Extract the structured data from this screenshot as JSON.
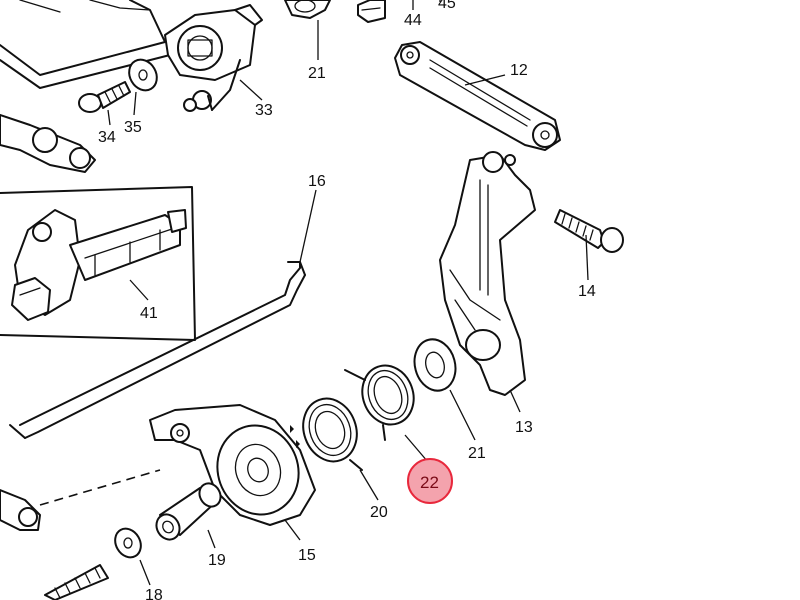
{
  "part_labels": {
    "p44": "44",
    "p45": "45",
    "p21_top": "21",
    "p12": "12",
    "p33": "33",
    "p34": "34",
    "p35": "35",
    "p16": "16",
    "p41": "41",
    "p14": "14",
    "p13": "13",
    "p21_mid": "21",
    "p22": "22",
    "p20": "20",
    "p15": "15",
    "p19": "19",
    "p18": "18"
  },
  "highlight": {
    "part": "22",
    "color": "#e8283c",
    "fill": "#f4a3ad"
  }
}
